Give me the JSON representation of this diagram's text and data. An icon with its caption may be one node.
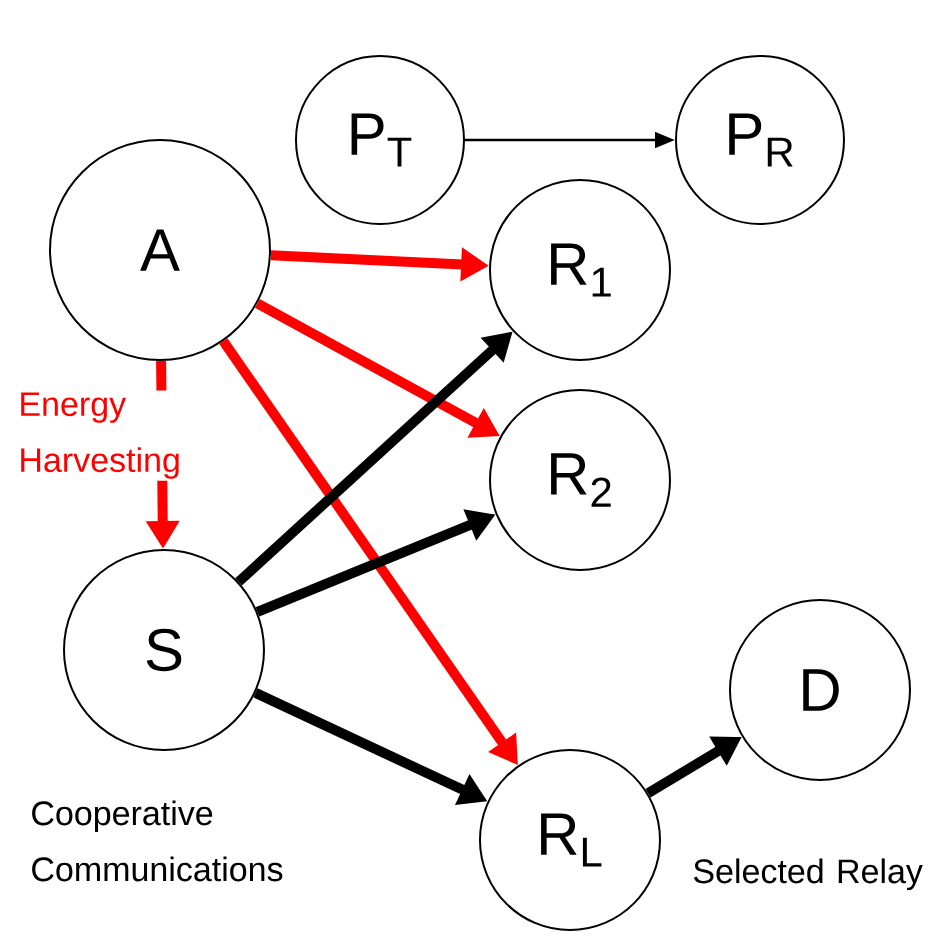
{
  "diagram": {
    "nodes": [
      {
        "text": [
          "P$_{T}$"
        ]
      },
      {
        "text": [
          "P$_{R}$"
        ]
      },
      {
        "text": [
          "A"
        ]
      },
      {
        "text": [
          "R$_{1}$"
        ]
      },
      {
        "text": [
          "R$_{2}$"
        ]
      },
      {
        "text": [
          "S"
        ],
        "beside": [
          "Cooperative Communications"
        ]
      },
      {
        "text": [
          "D"
        ]
      },
      {
        "text": [
          "R$_{L}$"
        ]
      }
    ],
    "edges": [
      {
        "from": 0,
        "to": 1,
        "arrow": "to"
      },
      {
        "from": 2,
        "to": 3,
        "arrow": "to",
        "color": "#ff0000"
      },
      {
        "from": 2,
        "to": 4,
        "arrow": "to",
        "color": "#ff0000"
      },
      {
        "from": 2,
        "to": 7,
        "arrow": "to",
        "color": "#ff0000"
      },
      {
        "from": 2,
        "to": 5,
        "arrow": "to",
        "color": "#ff0000",
        "label": "Energy Harvesting"
      },
      {
        "from": 5,
        "to": 3,
        "arrow": "to"
      },
      {
        "from": 5,
        "to": 4,
        "arrow": "to"
      },
      {
        "from": 5,
        "to": 7,
        "arrow": "to"
      },
      {
        "from": 7,
        "to": 6,
        "arrow": "to",
        "label": "Selected Relay"
      }
    ]
  }
}
